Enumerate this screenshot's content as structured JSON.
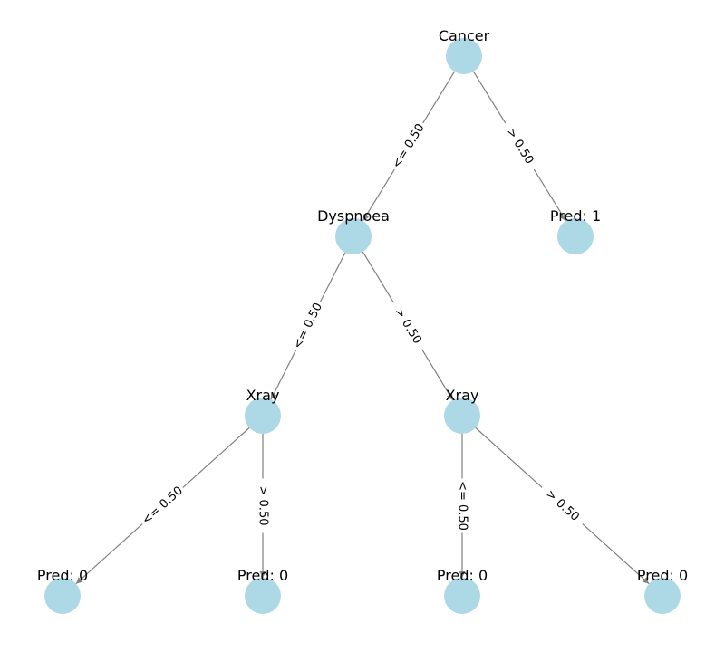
{
  "diagram": {
    "node_color": "#add8e6",
    "edge_color": "#808080",
    "nodes": [
      {
        "id": "n0",
        "label": "Cancer"
      },
      {
        "id": "n1",
        "label": "Dyspnoea"
      },
      {
        "id": "n2",
        "label": "Pred: 1"
      },
      {
        "id": "n3",
        "label": "Xray"
      },
      {
        "id": "n4",
        "label": "Xray"
      },
      {
        "id": "n5",
        "label": "Pred: 0"
      },
      {
        "id": "n6",
        "label": "Pred: 0"
      },
      {
        "id": "n7",
        "label": "Pred: 0"
      },
      {
        "id": "n8",
        "label": "Pred: 0"
      }
    ],
    "edges": [
      {
        "from": "n0",
        "to": "n1",
        "label": "<= 0.50"
      },
      {
        "from": "n0",
        "to": "n2",
        "label": "> 0.50"
      },
      {
        "from": "n1",
        "to": "n3",
        "label": "<= 0.50"
      },
      {
        "from": "n1",
        "to": "n4",
        "label": "> 0.50"
      },
      {
        "from": "n3",
        "to": "n5",
        "label": "<= 0.50"
      },
      {
        "from": "n3",
        "to": "n6",
        "label": "> 0.50"
      },
      {
        "from": "n4",
        "to": "n7",
        "label": "<= 0.50"
      },
      {
        "from": "n4",
        "to": "n8",
        "label": "> 0.50"
      }
    ]
  }
}
